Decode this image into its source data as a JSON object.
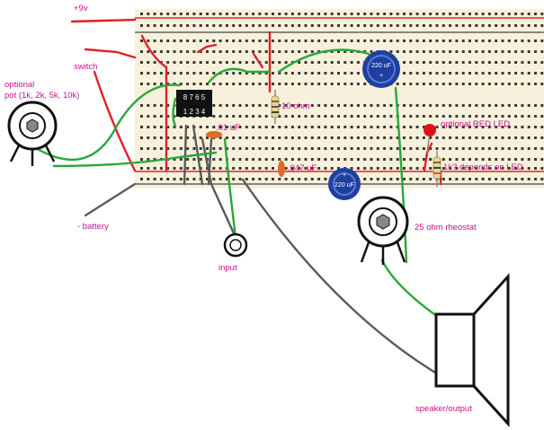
{
  "labels": {
    "supply": "+9v",
    "switch": "switch",
    "pot": [
      "optional",
      "pot (1k, 2k, 5k, 10k)"
    ],
    "battery": "- battery",
    "input": "input",
    "cap_01": ".01 uF",
    "res_10": "10 ohm",
    "cap_047": ".047 uF",
    "cap_top": "220 uF",
    "cap_bottom": "220 uF",
    "led": "optional RED LED",
    "res_1k": "1k? depends on LED",
    "rheostat": "25 ohm rheostat",
    "speaker": "speaker/output"
  },
  "chip": {
    "top_pins": "8  7  6  5",
    "bottom_pins": "1  2  3  4"
  },
  "colors": {
    "board": "#f7f1dc",
    "hole": "#3a3a3a",
    "rail_red": "#d8262e",
    "wire_red": "#e0202a",
    "wire_green": "#26a83a",
    "wire_gray": "#5a5a5a",
    "label": "#c4108c",
    "cap_blue": "#1f3fa0",
    "led_red": "#e0101a"
  }
}
